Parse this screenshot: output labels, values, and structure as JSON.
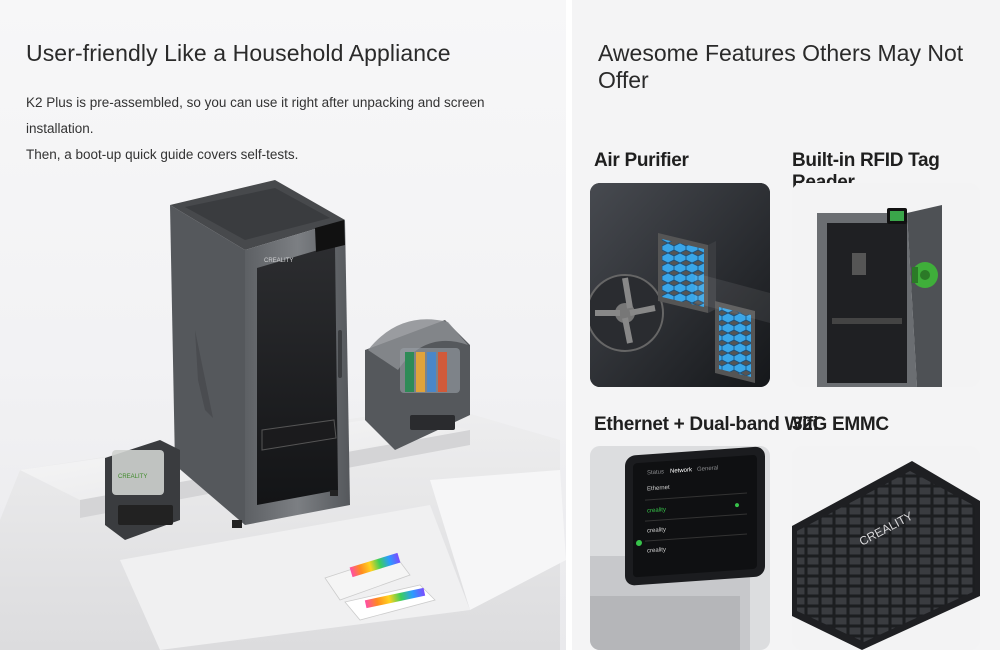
{
  "left": {
    "title": "User-friendly Like a Household Appliance",
    "description_line1": "K2 Plus is pre-assembled, so you can use it right after unpacking and screen installation.",
    "description_line2": "Then, a boot-up quick guide covers self-tests."
  },
  "right": {
    "title": "Awesome Features Others May Not Offer",
    "features": [
      {
        "label": "Air Purifier"
      },
      {
        "label": "Built-in RFID Tag Reader"
      },
      {
        "label": "Ethernet + Dual-band Wifi"
      },
      {
        "label": "32G EMMC"
      }
    ]
  },
  "printer_brand": "CREALITY",
  "ui_screen": {
    "tabs": [
      "Status",
      "Network",
      "General"
    ],
    "items": [
      "Ethernet",
      "creality"
    ]
  },
  "colors": {
    "printer_body": "#6b6e72",
    "filament_green": "#3fae3a",
    "screen_green": "#37c24a",
    "hex_blue": "#3aa6e8"
  }
}
